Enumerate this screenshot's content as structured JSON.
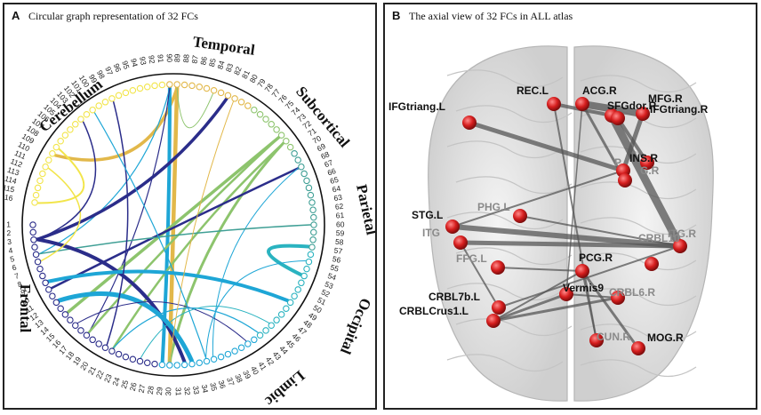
{
  "panel_a": {
    "letter": "A",
    "title": "Circular graph representation of 32 FCs",
    "regions": [
      {
        "key": "temporal",
        "label": "Temporal"
      },
      {
        "key": "subcortical",
        "label": "Subcortical"
      },
      {
        "key": "parietal",
        "label": "Parietal"
      },
      {
        "key": "occipital",
        "label": "Occipital"
      },
      {
        "key": "limbic",
        "label": "Limbic"
      },
      {
        "key": "frontal",
        "label": "Frontal"
      },
      {
        "key": "cerebellum",
        "label": "Cerebellum"
      }
    ],
    "node_count": 116,
    "colors": {
      "frontal": "#2b2d8a",
      "limbic": "#1ea6d6",
      "occipital": "#2ab3c0",
      "parietal": "#3f9f95",
      "subcortical": "#8dc46d",
      "temporal": "#e2b84a",
      "cerebellum": "#f2e54a"
    },
    "connections": [
      {
        "from": 89,
        "to": 30,
        "color": "#e2b84a",
        "weight": 4.5
      },
      {
        "from": 89,
        "to": 109,
        "color": "#e2b84a",
        "weight": 3.5
      },
      {
        "from": 90,
        "to": 29,
        "color": "#1ea6d6",
        "weight": 4
      },
      {
        "from": 90,
        "to": 5,
        "color": "#1ea6d6",
        "weight": 1.2
      },
      {
        "from": 90,
        "to": 18,
        "color": "#2b2d8a",
        "weight": 1.2
      },
      {
        "from": 89,
        "to": 84,
        "color": "#8dc46d",
        "weight": 1
      },
      {
        "from": 73,
        "to": 14,
        "color": "#8dc46d",
        "weight": 3.5
      },
      {
        "from": 73,
        "to": 18,
        "color": "#8dc46d",
        "weight": 2.5
      },
      {
        "from": 72,
        "to": 30,
        "color": "#8dc46d",
        "weight": 3
      },
      {
        "from": 72,
        "to": 22,
        "color": "#8dc46d",
        "weight": 2.5
      },
      {
        "from": 68,
        "to": 10,
        "color": "#2b2d8a",
        "weight": 2.5
      },
      {
        "from": 68,
        "to": 36,
        "color": "#1ea6d6",
        "weight": 1
      },
      {
        "from": 60,
        "to": 5,
        "color": "#3f9f95",
        "weight": 1.5
      },
      {
        "from": 57,
        "to": 53,
        "color": "#2ab3c0",
        "weight": 4
      },
      {
        "from": 3,
        "to": 32,
        "color": "#2b2d8a",
        "weight": 4
      },
      {
        "from": 3,
        "to": 82,
        "color": "#2b2d8a",
        "weight": 3.5
      },
      {
        "from": 9,
        "to": 49,
        "color": "#1ea6d6",
        "weight": 4
      },
      {
        "from": 12,
        "to": 33,
        "color": "#1ea6d6",
        "weight": 5
      },
      {
        "from": 108,
        "to": 116,
        "color": "#f2e54a",
        "weight": 2
      },
      {
        "from": 111,
        "to": 6,
        "color": "#f2e54a",
        "weight": 1.5
      },
      {
        "from": 103,
        "to": 3,
        "color": "#2b2d8a",
        "weight": 1.5
      },
      {
        "from": 98,
        "to": 21,
        "color": "#2b2d8a",
        "weight": 1.5
      },
      {
        "from": 16,
        "to": 41,
        "color": "#2b2d8a",
        "weight": 1
      },
      {
        "from": 22,
        "to": 43,
        "color": "#1ea6d6",
        "weight": 1.2
      },
      {
        "from": 26,
        "to": 45,
        "color": "#2ab3c0",
        "weight": 1
      },
      {
        "from": 55,
        "to": 35,
        "color": "#1ea6d6",
        "weight": 1
      },
      {
        "from": 81,
        "to": 30,
        "color": "#e2b84a",
        "weight": 1
      },
      {
        "from": 101,
        "to": 35,
        "color": "#1ea6d6",
        "weight": 1.2
      }
    ]
  },
  "panel_b": {
    "letter": "B",
    "title": "The axial view of 32 FCs in ALL atlas",
    "node_color": "#d61e1e",
    "nodes": [
      {
        "id": "IFGtriang.L",
        "label": "IFGtriang.L",
        "faded": false
      },
      {
        "id": "REC.L",
        "label": "REC.L",
        "faded": false
      },
      {
        "id": "ACG.R",
        "label": "ACG.R",
        "faded": false
      },
      {
        "id": "SFGdor.R",
        "label": "SFGdor.R",
        "faded": false
      },
      {
        "id": "MFG.R",
        "label": "MFG.R",
        "faded": false
      },
      {
        "id": "IFGtriang.R",
        "label": "IFGtriang.R",
        "faded": false
      },
      {
        "id": "INS.R",
        "label": "INS.R",
        "faded": false
      },
      {
        "id": "PUT.R",
        "label": "P",
        "faded": true
      },
      {
        "id": "ORB.R",
        "label": "G.R",
        "faded": true
      },
      {
        "id": "PHG.L",
        "label": "PHG.L",
        "faded": true
      },
      {
        "id": "STG.L",
        "label": "STG.L",
        "faded": false
      },
      {
        "id": "ITG.L",
        "label": "ITG",
        "faded": true
      },
      {
        "id": "ITG.R",
        "label": "ITG.R",
        "faded": true
      },
      {
        "id": "CRBL10",
        "label": "CRBL10",
        "faded": true
      },
      {
        "id": "FFG.L",
        "label": "FFG.L",
        "faded": true
      },
      {
        "id": "PCG.R",
        "label": "PCG.R",
        "faded": false
      },
      {
        "id": "Vermis9",
        "label": "Vermis9",
        "faded": false
      },
      {
        "id": "CRBL7b.L",
        "label": "CRBL7b.L",
        "faded": false
      },
      {
        "id": "CRBLCrus1.L",
        "label": "CRBLCrus1.L",
        "faded": false
      },
      {
        "id": "CRBL6.R",
        "label": "CRBL6.R",
        "faded": true
      },
      {
        "id": "CUN.R",
        "label": "CUN.R",
        "faded": true
      },
      {
        "id": "MOG.R",
        "label": "MOG.R",
        "faded": false
      }
    ],
    "edges": [
      {
        "a": "IFGtriang.L",
        "b": "PUT.R",
        "w": 5
      },
      {
        "a": "REC.L",
        "b": "CUN.R",
        "w": 2
      },
      {
        "a": "REC.L",
        "b": "SFGdor.R",
        "w": 4
      },
      {
        "a": "ACG.R",
        "b": "MFG.R",
        "w": 8
      },
      {
        "a": "ACG.R",
        "b": "ORB.R",
        "w": 3
      },
      {
        "a": "SFGdor.R",
        "b": "ITG.R",
        "w": 9
      },
      {
        "a": "MFG.R",
        "b": "PUT.R",
        "w": 5
      },
      {
        "a": "IFGtriang.R",
        "b": "INS.R",
        "w": 4
      },
      {
        "a": "STG.L",
        "b": "ITG.R",
        "w": 6
      },
      {
        "a": "ITG.L",
        "b": "ITG.R",
        "w": 5
      },
      {
        "a": "PHG.L",
        "b": "ITG.R",
        "w": 2
      },
      {
        "a": "FFG.L",
        "b": "PCG.R",
        "w": 2
      },
      {
        "a": "ITG.L",
        "b": "CRBL7b.L",
        "w": 2
      },
      {
        "a": "CRBL7b.L",
        "b": "ITG.R",
        "w": 2
      },
      {
        "a": "CRBLCrus1.L",
        "b": "CRBL6.R",
        "w": 3
      },
      {
        "a": "CRBLCrus1.L",
        "b": "PCG.R",
        "w": 2
      },
      {
        "a": "PCG.R",
        "b": "MOG.R",
        "w": 3
      },
      {
        "a": "Vermis9",
        "b": "ACG.R",
        "w": 1.5
      },
      {
        "a": "Vermis9",
        "b": "CRBL6.R",
        "w": 2
      },
      {
        "a": "CRBLCrus1.L",
        "b": "Vermis9",
        "w": 3
      },
      {
        "a": "STG.L",
        "b": "PUT.R",
        "w": 2
      },
      {
        "a": "CUN.R",
        "b": "PCG.R",
        "w": 2
      }
    ]
  }
}
